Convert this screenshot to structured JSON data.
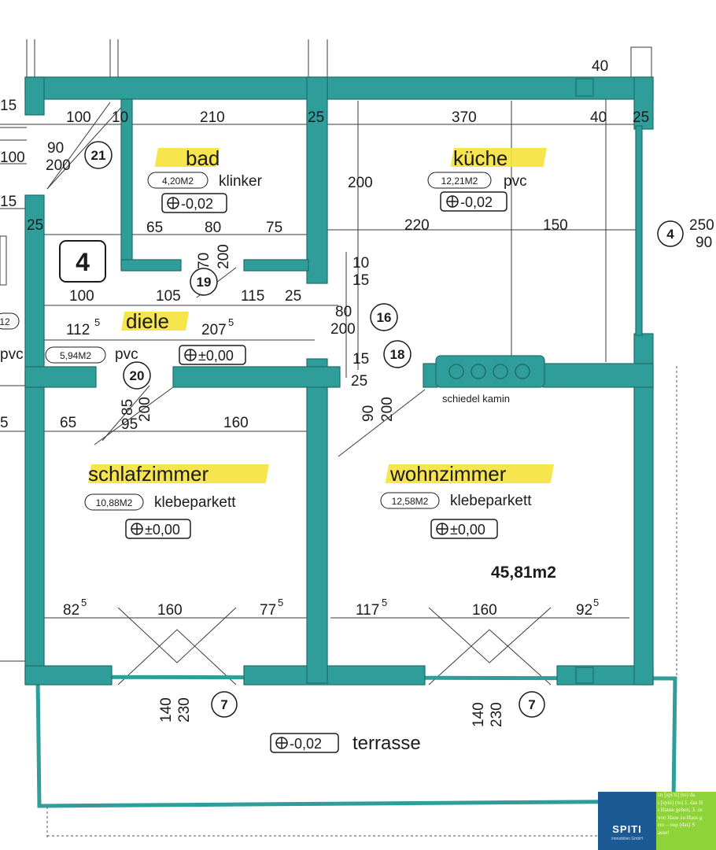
{
  "rooms": {
    "bad": {
      "name": "bad",
      "area": "4,20M2",
      "material": "klinker",
      "level": "-0,02"
    },
    "kueche": {
      "name": "küche",
      "area": "12,21M2",
      "material": "pvc",
      "level": "-0,02"
    },
    "diele": {
      "name": "diele",
      "area": "5,94M2",
      "material": "pvc",
      "level": "±0,00"
    },
    "schlafzimmer": {
      "name": "schlafzimmer",
      "area": "10,88M2",
      "material": "klebeparkett",
      "level": "±0,00"
    },
    "wohnzimmer": {
      "name": "wohnzimmer",
      "area": "12,58M2",
      "material": "klebeparkett",
      "level": "±0,00"
    },
    "terrasse": {
      "name": "terrasse",
      "level": "-0,02"
    },
    "left_partial": {
      "area": "12",
      "material": "pvc"
    }
  },
  "unit_number": "4",
  "total_area": "45,81m2",
  "kamin_label": "schiedel kamin",
  "door_numbers": [
    "21",
    "19",
    "16",
    "18",
    "20",
    "7",
    "7",
    "4"
  ],
  "dimensions": {
    "top_row": [
      "15",
      "100",
      "10",
      "210",
      "25",
      "370",
      "40",
      "25",
      "40"
    ],
    "left_col": [
      "100",
      "15",
      "25",
      "90",
      "200"
    ],
    "bad_row": [
      "65",
      "80",
      "75"
    ],
    "kueche_row": [
      "200",
      "220",
      "150",
      "250",
      "90"
    ],
    "diele_row": [
      "100",
      "105",
      "115",
      "25",
      "112",
      "5",
      "207",
      "5"
    ],
    "door_bad": [
      "70",
      "200"
    ],
    "door_16": [
      "80",
      "200",
      "10",
      "15"
    ],
    "door_18": [
      "15",
      "25"
    ],
    "door_20": [
      "85",
      "200",
      "95"
    ],
    "door_wohn": [
      "90",
      "200"
    ],
    "schlaf_row": [
      "65",
      "160",
      "5"
    ],
    "bottom_row": [
      "82",
      "5",
      "160",
      "77",
      "5",
      "117",
      "5",
      "160",
      "92",
      "5"
    ],
    "terrace": [
      "140",
      "230",
      "140",
      "230"
    ]
  },
  "logo": {
    "name": "SPITI",
    "sub": "immobilien GmbH",
    "text_lines": [
      "ιτι [spiːti] (to) da",
      "ı [spiti] (to) 1. das H",
      "ı Hause gehen; 3. σε",
      "von Haus zu Haus g",
      "ıτο – ουρ (das) S",
      "ause!"
    ]
  },
  "colors": {
    "wall": "#2f9d99",
    "highlight": "#f5e23a",
    "logo": "#1c5a96",
    "green": "#8fd33a"
  }
}
